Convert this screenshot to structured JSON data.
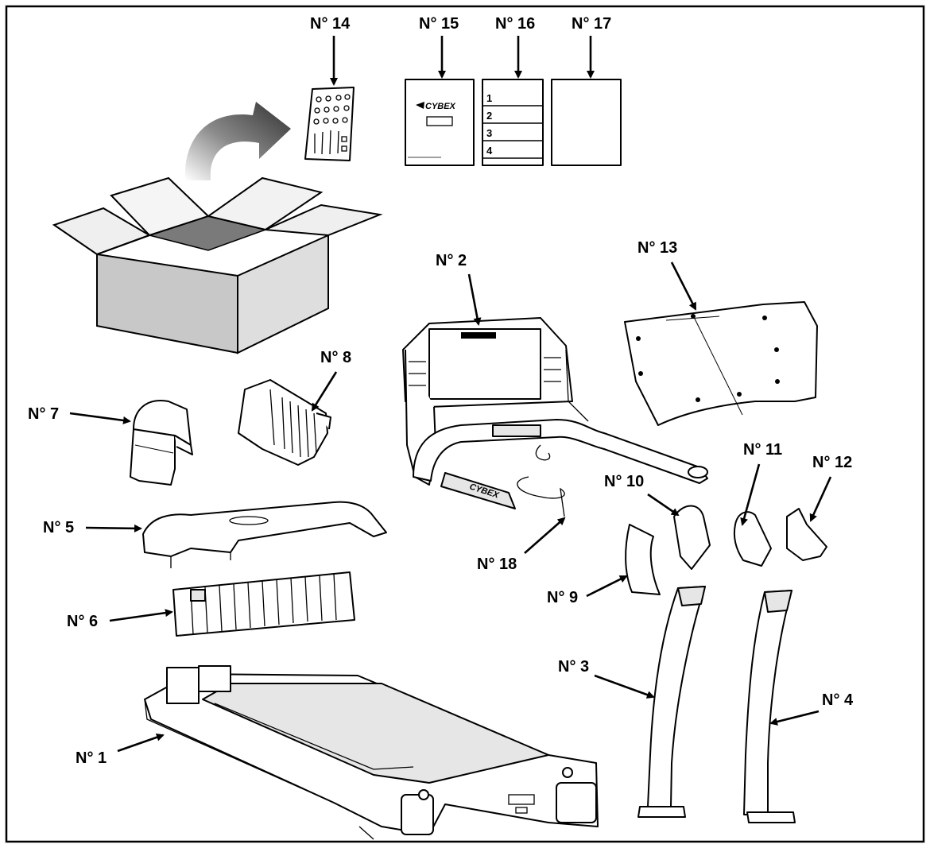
{
  "labels": {
    "n1": "N° 1",
    "n2": "N° 2",
    "n3": "N° 3",
    "n4": "N° 4",
    "n5": "N° 5",
    "n6": "N° 6",
    "n7": "N° 7",
    "n8": "N° 8",
    "n9": "N° 9",
    "n10": "N° 10",
    "n11": "N° 11",
    "n12": "N° 12",
    "n13": "N° 13",
    "n14": "N° 14",
    "n15": "N° 15",
    "n16": "N° 16",
    "n17": "N° 17",
    "n18": "N° 18"
  },
  "manual": {
    "brand": "CYBEX"
  },
  "document_list": {
    "lines": [
      "1",
      "2",
      "3",
      "4"
    ]
  },
  "console_brand": "CYBEX",
  "colors": {
    "ink": "#000000",
    "box_front": "#c8c8c8",
    "box_side": "#dedede",
    "box_inside": "#7a7a7a",
    "arrow_dark": "#3a3a3a"
  }
}
